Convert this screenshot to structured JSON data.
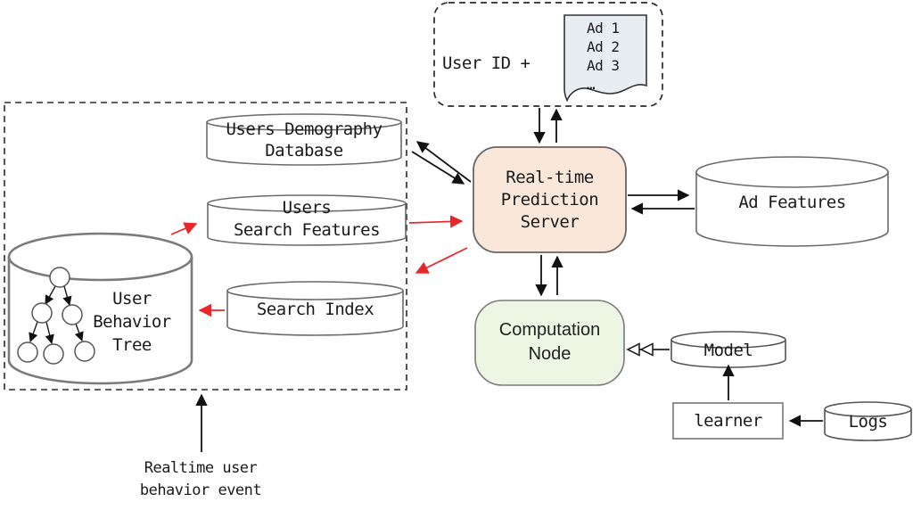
{
  "diagram": {
    "request_box": {
      "user_id_label": "User ID +",
      "ad_doc_lines": "Ad 1\nAd 2\nAd 3\n…"
    },
    "nodes": {
      "rps": {
        "label": "Real-time\nPrediction\nServer",
        "fill": "#f9e7da"
      },
      "computation_node": {
        "label": "Computation\nNode",
        "fill": "#edf6e3"
      },
      "users_demography_db": {
        "label": "Users Demography\nDatabase"
      },
      "users_search_features": {
        "label": "Users\nSearch Features"
      },
      "search_index": {
        "label": "Search Index"
      },
      "user_behavior_tree": {
        "label": "User\nBehavior\nTree"
      },
      "ad_features": {
        "label": "Ad Features"
      },
      "model": {
        "label": "Model"
      },
      "learner": {
        "label": "learner"
      },
      "logs": {
        "label": "Logs"
      }
    },
    "annotations": {
      "realtime_event": "Realtime user\nbehavior event"
    },
    "colors": {
      "highlight_arrow": "#e8262a",
      "arrow": "#111111",
      "doc_fill": "#e8edf2"
    }
  }
}
